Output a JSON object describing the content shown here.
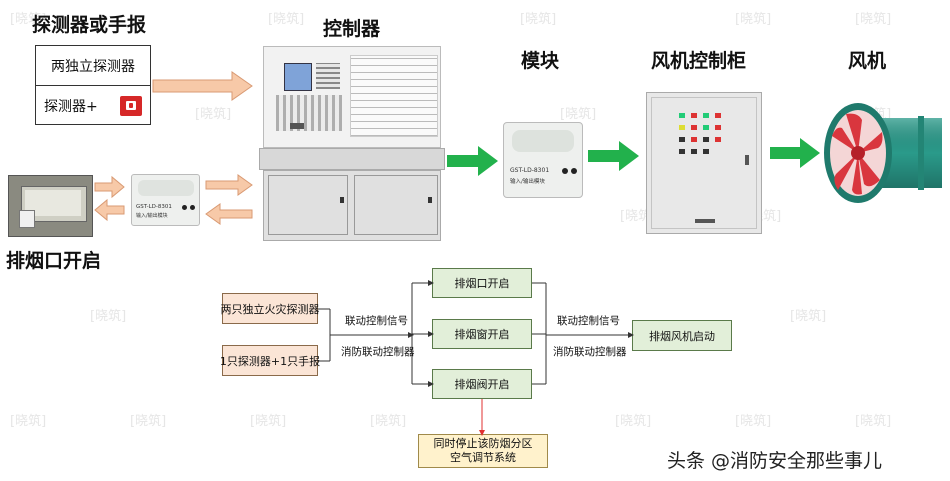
{
  "watermark": "[晓筑]",
  "titles": {
    "detector_or_button": "探测器或手报",
    "controller": "控制器",
    "module": "模块",
    "fan_cabinet": "风机控制柜",
    "fan": "风机",
    "smoke_outlet_open": "排烟口开启"
  },
  "devices": {
    "two_detectors": "两独立探测器",
    "detector_plus": "探测器+",
    "module_model": "GST-LD-8301",
    "module_caption": "输入/输出模块"
  },
  "flow": {
    "input_two_fire_detectors": "两只独立火灾探测器",
    "input_detector_and_button": "1只探测器+1只手报",
    "link_signal_1": "联动控制信号",
    "controller_label_1": "消防联动控制器",
    "smoke_outlet_open": "排烟口开启",
    "smoke_window_open": "排烟窗开启",
    "smoke_valve_open": "排烟阀开启",
    "link_signal_2": "联动控制信号",
    "controller_label_2": "消防联动控制器",
    "fan_start": "排烟风机启动",
    "stop_ac_line1": "同时停止该防烟分区",
    "stop_ac_line2": "空气调节系统"
  },
  "credit": "头条 @消防安全那些事儿",
  "colors": {
    "peach_arrow": "#f7c9a8",
    "green_arrow": "#22b14c",
    "fan_red": "#d9363e",
    "fan_teal": "#2a9a8a",
    "red_connector": "#e03030"
  }
}
